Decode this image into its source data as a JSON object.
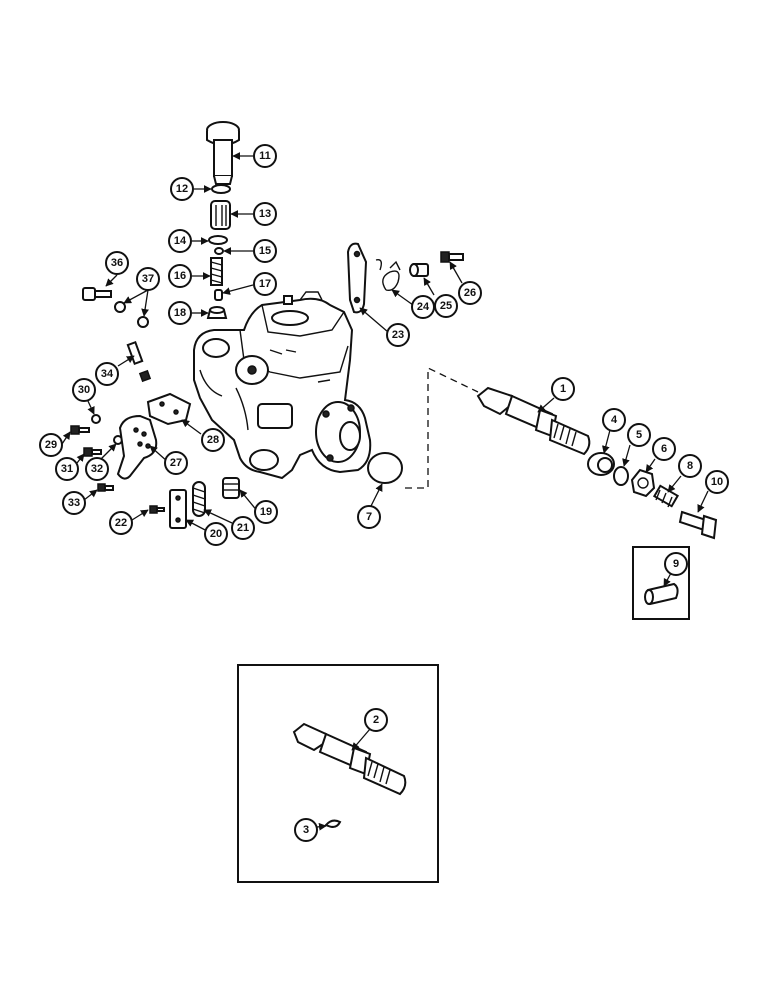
{
  "diagram": {
    "callouts": [
      "1",
      "2",
      "3",
      "4",
      "5",
      "6",
      "7",
      "8",
      "9",
      "10",
      "11",
      "12",
      "13",
      "14",
      "15",
      "16",
      "17",
      "18",
      "19",
      "20",
      "21",
      "22",
      "23",
      "24",
      "25",
      "26",
      "27",
      "28",
      "29",
      "30",
      "31",
      "32",
      "33",
      "34",
      "36",
      "37"
    ]
  }
}
